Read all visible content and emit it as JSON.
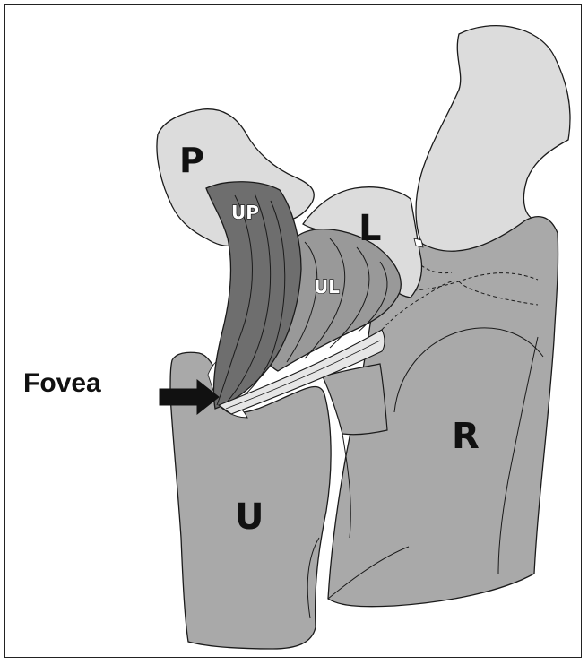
{
  "colors": {
    "light_bone": "#dcdcdc",
    "mid_bone": "#a6a6a6",
    "ligament_dark": "#6e6e6e",
    "ligament_mid": "#999999",
    "outline": "#1a1a1a"
  },
  "labels": {
    "pisiform": "P",
    "lunate": "L",
    "radius": "R",
    "ulna": "U",
    "ulnopisiform": "UP",
    "ulnolunate": "UL",
    "fovea": "Fovea"
  },
  "icons": {
    "arrow": "fovea-arrow-icon"
  }
}
